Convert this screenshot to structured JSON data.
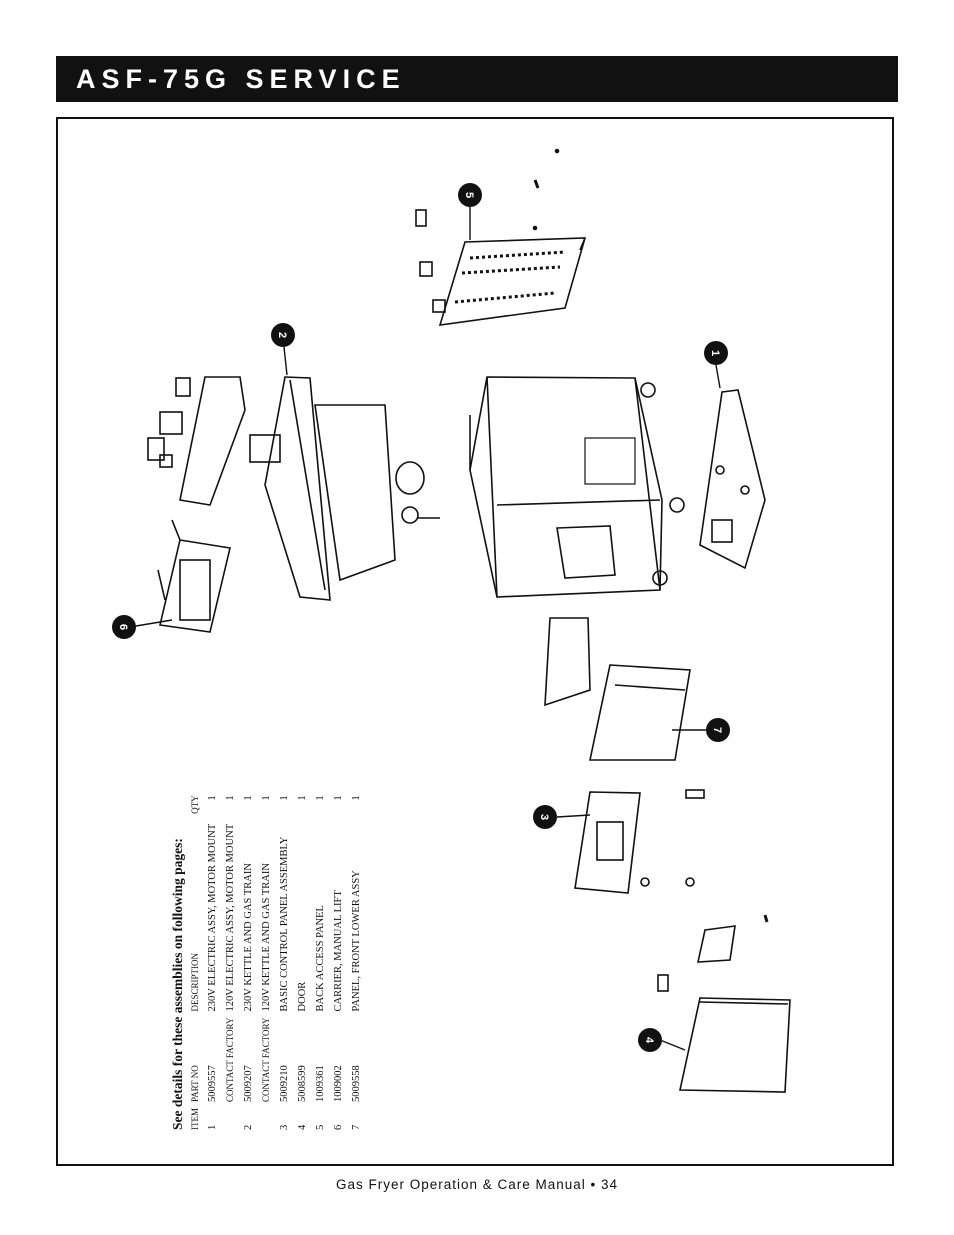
{
  "header": {
    "title": "ASF-75G SERVICE"
  },
  "table": {
    "heading": "See details for these assemblies on following pages:",
    "columns": [
      "ITEM",
      "PART NO",
      "DESCRIPTION",
      "QTY"
    ],
    "rows": [
      {
        "item": "1",
        "part_no": "5009557",
        "description": "230V ELECTRIC ASSY, MOTOR MOUNT",
        "qty": "1"
      },
      {
        "item": "",
        "part_no": "CONTACT FACTORY",
        "description": "120V ELECTRIC ASSY, MOTOR MOUNT",
        "qty": "1"
      },
      {
        "item": "2",
        "part_no": "5009207",
        "description": "230V KETTLE AND GAS TRAIN",
        "qty": "1"
      },
      {
        "item": "",
        "part_no": "CONTACT FACTORY",
        "description": "120V KETTLE AND GAS TRAIN",
        "qty": "1"
      },
      {
        "item": "3",
        "part_no": "5009210",
        "description": "BASIC CONTROL PANEL ASSEMBLY",
        "qty": "1"
      },
      {
        "item": "4",
        "part_no": "5008599",
        "description": "DOOR",
        "qty": "1"
      },
      {
        "item": "5",
        "part_no": "1009361",
        "description": "BACK ACCESS PANEL",
        "qty": "1"
      },
      {
        "item": "6",
        "part_no": "1009002",
        "description": "CARRIER, MANUAL LIFT",
        "qty": "1"
      },
      {
        "item": "7",
        "part_no": "5009558",
        "description": "PANEL, FRONT LOWER ASSY",
        "qty": "1"
      }
    ]
  },
  "callouts": [
    "1",
    "2",
    "3",
    "4",
    "5",
    "6",
    "7"
  ],
  "footer": {
    "text": "Gas Fryer Operation & Care Manual • 34"
  }
}
